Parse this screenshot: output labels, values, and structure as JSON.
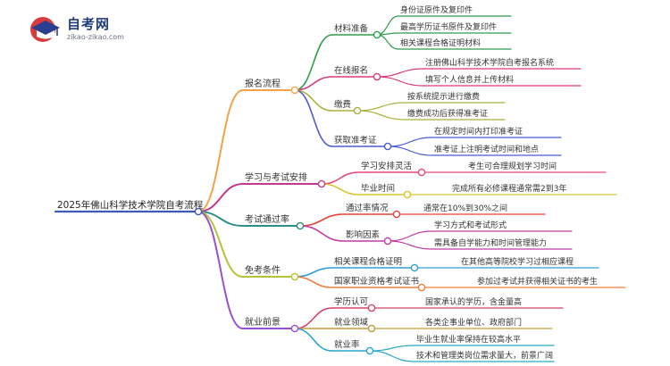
{
  "logo": {
    "name": "自考网",
    "url": "zikao-zikao.com"
  },
  "mindmap": {
    "root": "2025年佛山科学技术学院自考流程",
    "branches": [
      {
        "label": "报名流程",
        "color": "#f5a14a",
        "children": [
          {
            "label": "材料准备",
            "color": "#2e9e4e",
            "leaves": [
              "身份证原件及复印件",
              "最高学历证书原件及复印件",
              "相关课程合格证明材料"
            ]
          },
          {
            "label": "在线报名",
            "color": "#d63b7f",
            "leaves": [
              "注册佛山科学技术学院自考报名系统",
              "填写个人信息并上传材料"
            ]
          },
          {
            "label": "缴费",
            "color": "#a8b23a",
            "leaves": [
              "按系统提示进行缴费",
              "缴费成功后获得准考证"
            ]
          },
          {
            "label": "获取准考证",
            "color": "#4b5bd1",
            "leaves": [
              "在规定时间内打印准考证",
              "准考证上注明考试时间和地点"
            ]
          }
        ]
      },
      {
        "label": "学习与考试安排",
        "color": "#c2398e",
        "children": [
          {
            "label": "学习安排灵活",
            "color": "#e8477d",
            "leaves": [
              "考生可合理规划学习时间"
            ]
          },
          {
            "label": "毕业时间",
            "color": "#d9c52e",
            "leaves": [
              "完成所有必修课程通常需2到3年"
            ]
          }
        ]
      },
      {
        "label": "考试通过率",
        "color": "#2e8f8a",
        "children": [
          {
            "label": "通过率情况",
            "color": "#e8403a",
            "leaves": [
              "通常在10%到30%之间"
            ]
          },
          {
            "label": "影响因素",
            "color": "#c43aa6",
            "leaves": [
              "学习方式和考试形式",
              "需具备自学能力和时间管理能力"
            ]
          }
        ]
      },
      {
        "label": "免考条件",
        "color": "#b4c33a",
        "children": [
          {
            "label": "相关课程合格证明",
            "color": "#2f9ed6",
            "leaves": [
              "在其他高等院校学习过相应课程"
            ]
          },
          {
            "label": "国家职业资格考试证书",
            "color": "#ef7d3c",
            "leaves": [
              "参加过考试并获得相关证书的考生"
            ]
          }
        ]
      },
      {
        "label": "就业前景",
        "color": "#9b4fd1",
        "children": [
          {
            "label": "学历认可",
            "color": "#d6426a",
            "leaves": [
              "国家承认的学历，含金量高"
            ]
          },
          {
            "label": "就业领域",
            "color": "#c79a3a",
            "leaves": [
              "各类企事业单位、政府部门"
            ]
          },
          {
            "label": "就业率",
            "color": "#27a7c9",
            "leaves": [
              "毕业生就业率保持在较高水平",
              "技术和管理类岗位需求量大，前景广阔"
            ]
          }
        ]
      }
    ]
  }
}
